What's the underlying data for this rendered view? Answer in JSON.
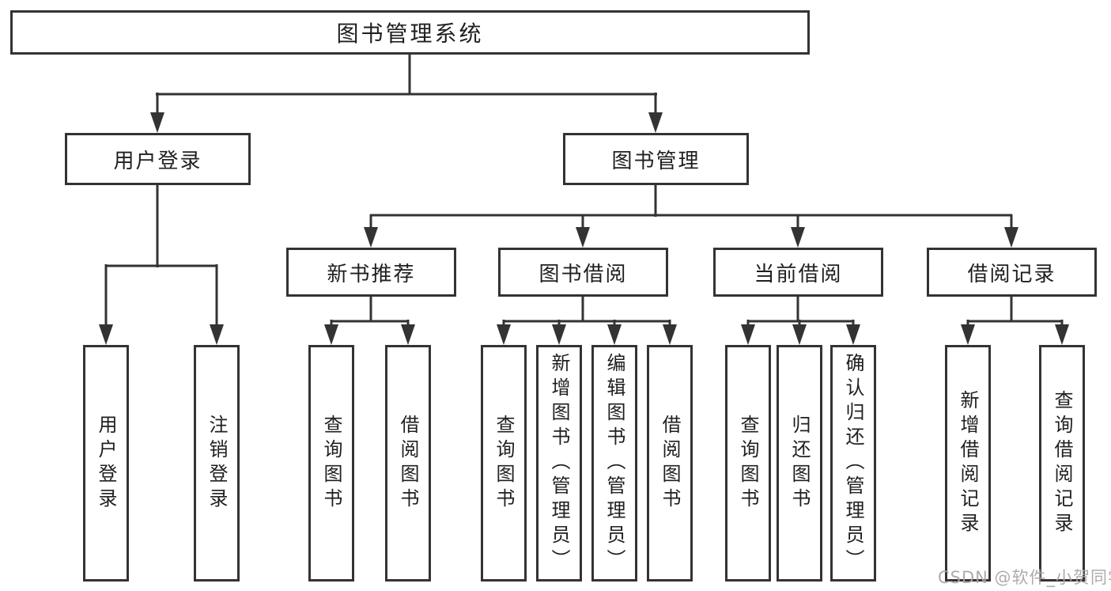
{
  "tree": {
    "root": {
      "label": "图书管理系统"
    },
    "children": [
      {
        "label": "用户登录",
        "children": [
          {
            "label": "用户登录"
          },
          {
            "label": "注销登录"
          }
        ]
      },
      {
        "label": "图书管理",
        "children": [
          {
            "label": "新书推荐",
            "children": [
              {
                "label": "查询图书"
              },
              {
                "label": "借阅图书"
              }
            ]
          },
          {
            "label": "图书借阅",
            "children": [
              {
                "label": "查询图书"
              },
              {
                "label": "新增图书（管理员）"
              },
              {
                "label": "编辑图书（管理员）"
              },
              {
                "label": "借阅图书"
              }
            ]
          },
          {
            "label": "当前借阅",
            "children": [
              {
                "label": "查询图书"
              },
              {
                "label": "归还图书"
              },
              {
                "label": "确认归还（管理员）"
              }
            ]
          },
          {
            "label": "借阅记录",
            "children": [
              {
                "label": "新增借阅记录"
              },
              {
                "label": "查询借阅记录"
              }
            ]
          }
        ]
      }
    ]
  },
  "watermark": {
    "text": "CSDN @软件_小贺同学"
  },
  "colors": {
    "line": "#333333",
    "box_border": "#333333",
    "text": "#1f1f1f",
    "background": "#ffffff",
    "watermark": "#a8a8a8"
  }
}
